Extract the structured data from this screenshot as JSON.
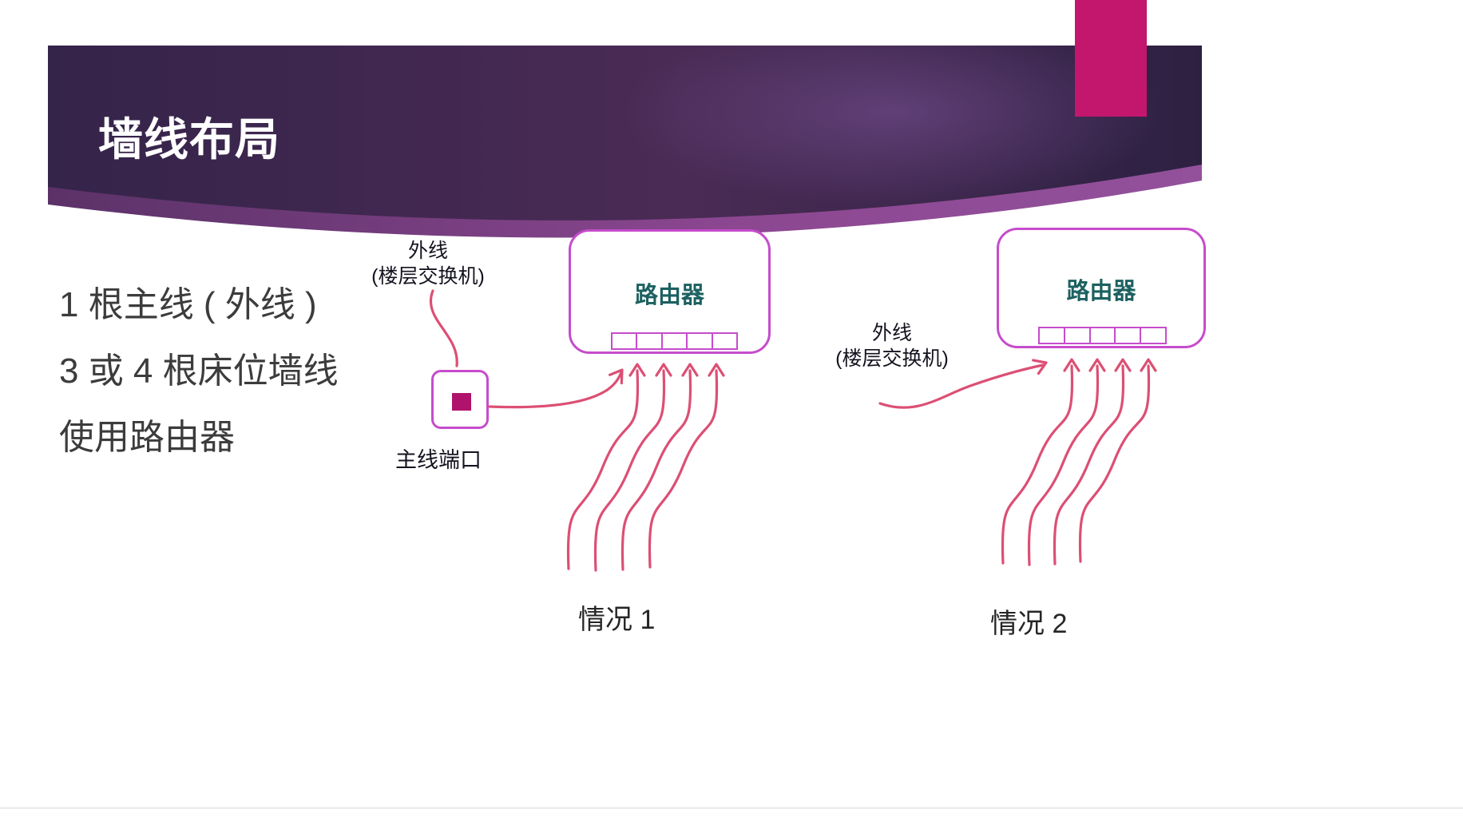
{
  "slide": {
    "title": "墙线布局",
    "bullet_lines": [
      "1 根主线 ( 外线 )",
      "3 或 4 根床位墙线",
      "使用路由器"
    ],
    "colors": {
      "accent_magenta": "#c2176c",
      "router_border": "#c64ccc",
      "arrow": "#dc4f74",
      "router_text": "#1d6161",
      "body_text": "#3c3c3c",
      "title_text": "#ffffff",
      "header_left": "#35244a",
      "header_mid": "#4a2b55",
      "header_right": "#2d2142",
      "band_left": "#5b3268",
      "band_mid": "#8c4791",
      "band_right": "#93519b",
      "port_square": "#b0136b"
    }
  },
  "diagram": {
    "port_count": 5
  },
  "case1": {
    "external_label_line1": "外线",
    "external_label_line2": "(楼层交换机)",
    "port_label": "主线端口",
    "router_label": "路由器",
    "caption": "情况 1"
  },
  "case2": {
    "external_label_line1": "外线",
    "external_label_line2": "(楼层交换机)",
    "router_label": "路由器",
    "caption": "情况 2"
  }
}
